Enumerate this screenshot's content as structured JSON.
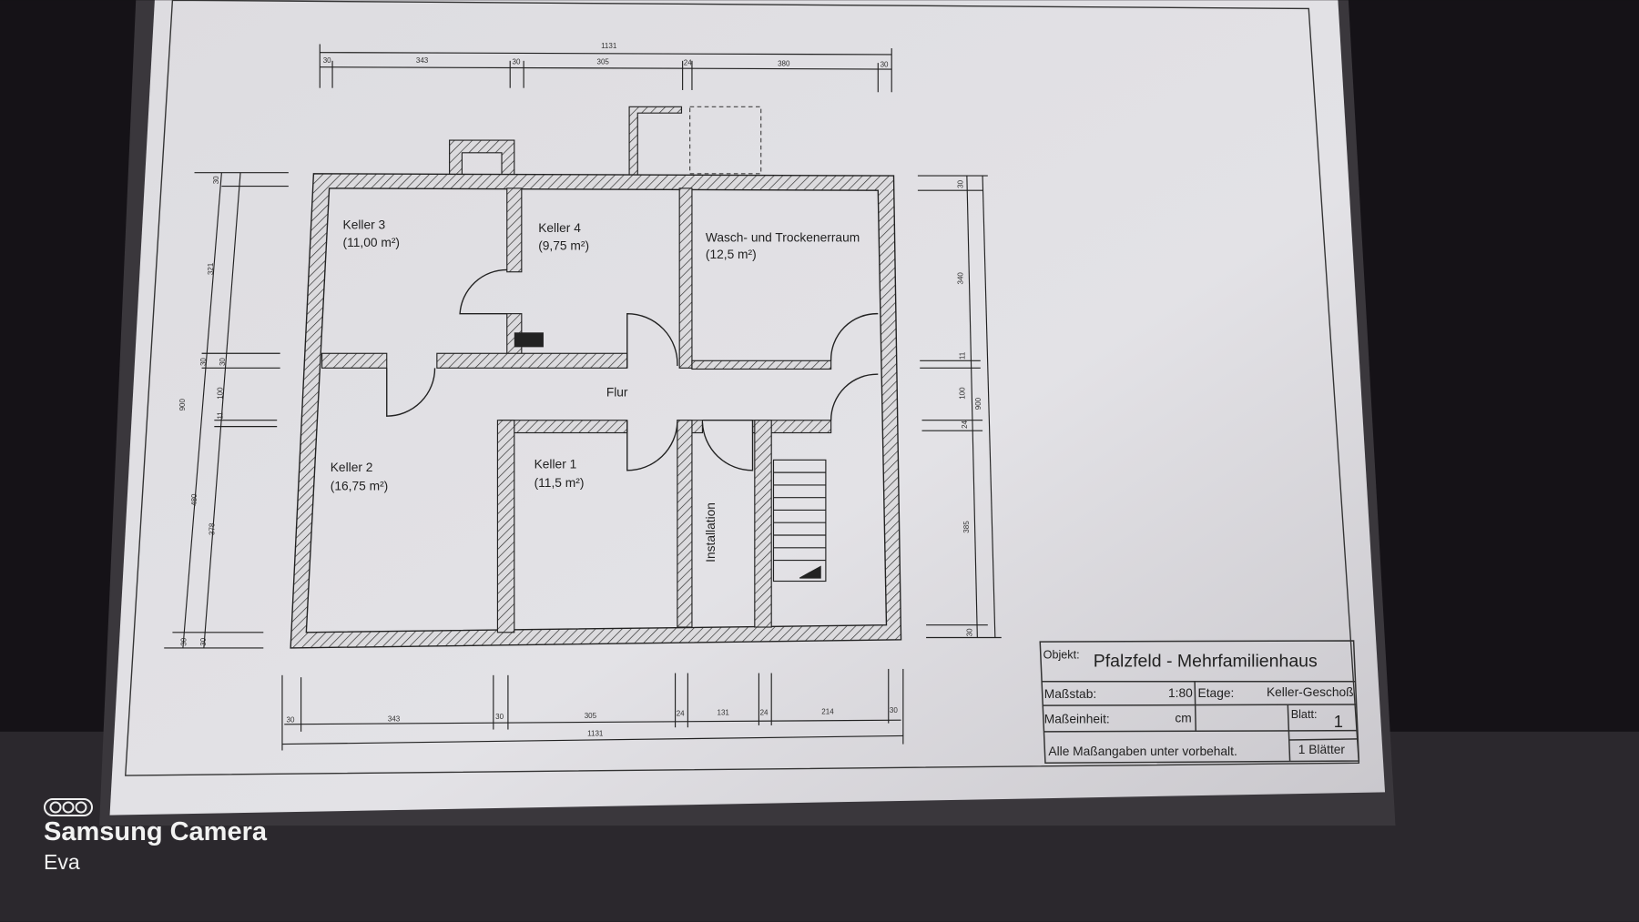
{
  "rooms": {
    "keller3": {
      "name": "Keller 3",
      "area": "(11,00 m²)"
    },
    "keller4": {
      "name": "Keller 4",
      "area": "(9,75 m²)"
    },
    "wasch": {
      "name": "Wasch- und Trockenerraum",
      "area": "(12,5 m²)"
    },
    "flur": {
      "name": "Flur"
    },
    "keller2": {
      "name": "Keller 2",
      "area": "(16,75 m²)"
    },
    "keller1": {
      "name": "Keller 1",
      "area": "(11,5 m²)"
    },
    "installation": {
      "name": "Installation"
    }
  },
  "dimensions": {
    "top": {
      "total": "1131",
      "segments": [
        "30",
        "343",
        "30",
        "305",
        "24",
        "380",
        "30"
      ]
    },
    "bottom": {
      "total": "1131",
      "segments": [
        "30",
        "343",
        "30",
        "305",
        "24",
        "131",
        "24",
        "214",
        "30"
      ]
    },
    "left": {
      "total": "900",
      "sub": [
        "480",
        "30"
      ],
      "segments": [
        "30",
        "321",
        "30",
        "30",
        "100",
        "11",
        "378",
        "30",
        "30"
      ]
    },
    "right": {
      "total": "900",
      "segments": [
        "30",
        "340",
        "11",
        "100",
        "24",
        "385",
        "30"
      ]
    }
  },
  "title_block": {
    "objekt_label": "Objekt:",
    "objekt_value": "Pfalzfeld - Mehrfamilienhaus",
    "massstab_label": "Maßstab:",
    "massstab_value": "1:80",
    "etage_label": "Etage:",
    "etage_value": "Keller-Geschoß",
    "masseinheit_label": "Maßeinheit:",
    "masseinheit_value": "cm",
    "blatt_label": "Blatt:",
    "blatt_value": "1",
    "note": "Alle Maßangaben unter vorbehalt.",
    "blaetter": "1  Blätter"
  },
  "watermark": {
    "camera": "Samsung Camera",
    "user": "Eva"
  }
}
